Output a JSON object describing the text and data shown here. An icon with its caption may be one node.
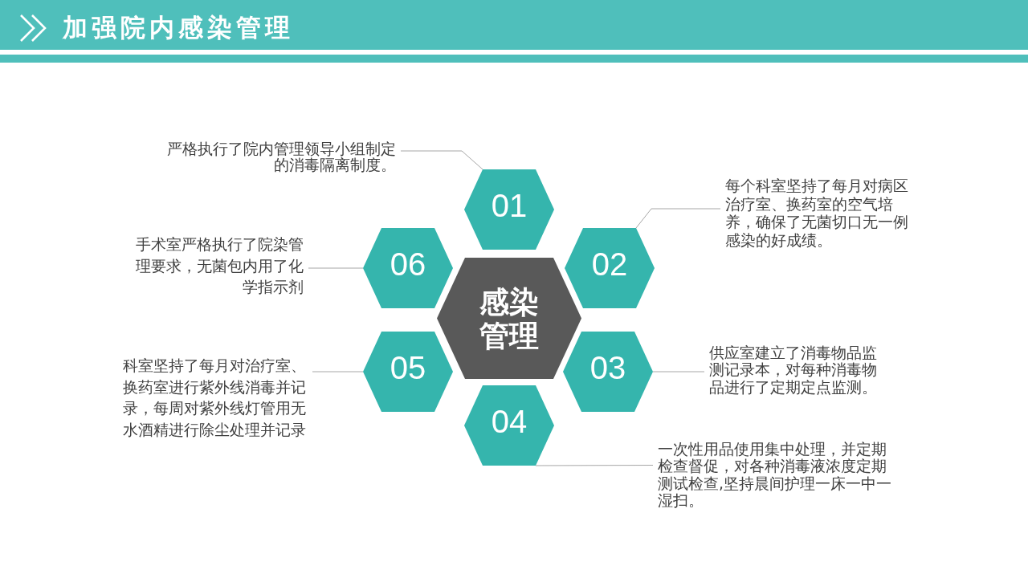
{
  "diagram": {
    "title": "加强院内感染管理",
    "nodes": [
      {
        "text": [
          "感染管理"
        ]
      },
      {
        "text": [
          "01"
        ]
      },
      {
        "text": [
          "02"
        ]
      },
      {
        "text": [
          "03"
        ]
      },
      {
        "text": [
          "04"
        ]
      },
      {
        "text": [
          "05"
        ]
      },
      {
        "text": [
          "06"
        ]
      },
      {
        "text": [
          "严格执行了院内管理领导小组制定的消毒隔离制度。"
        ]
      },
      {
        "text": [
          "每个科室坚持了每月对病区治疗室、换药室的空气培养，确保了无菌切口无一例感染的好成绩。"
        ]
      },
      {
        "text": [
          "供应室建立了消毒物品监测记录本，对每种消毒物品进行了定期定点监测。"
        ]
      },
      {
        "text": [
          "一次性用品使用集中处理，并定期检查督促，对各种消毒液浓度定期测试检查,坚持晨间护理一床一中一湿扫。"
        ]
      },
      {
        "text": [
          "科室坚持了每月对治疗室、换药室进行紫外线消毒并记录，每周对紫外线灯管用无水酒精进行除尘处理并记录"
        ]
      },
      {
        "text": [
          "手术室严格执行了院染管理要求，无菌包内用了化学指示剂"
        ]
      }
    ],
    "edges": [
      {
        "from": 7,
        "to": 1,
        "arrow": "none"
      },
      {
        "from": 8,
        "to": 2,
        "arrow": "none"
      },
      {
        "from": 9,
        "to": 3,
        "arrow": "none"
      },
      {
        "from": 10,
        "to": 4,
        "arrow": "none"
      },
      {
        "from": 11,
        "to": 5,
        "arrow": "none"
      },
      {
        "from": 12,
        "to": 6,
        "arrow": "none"
      }
    ]
  }
}
